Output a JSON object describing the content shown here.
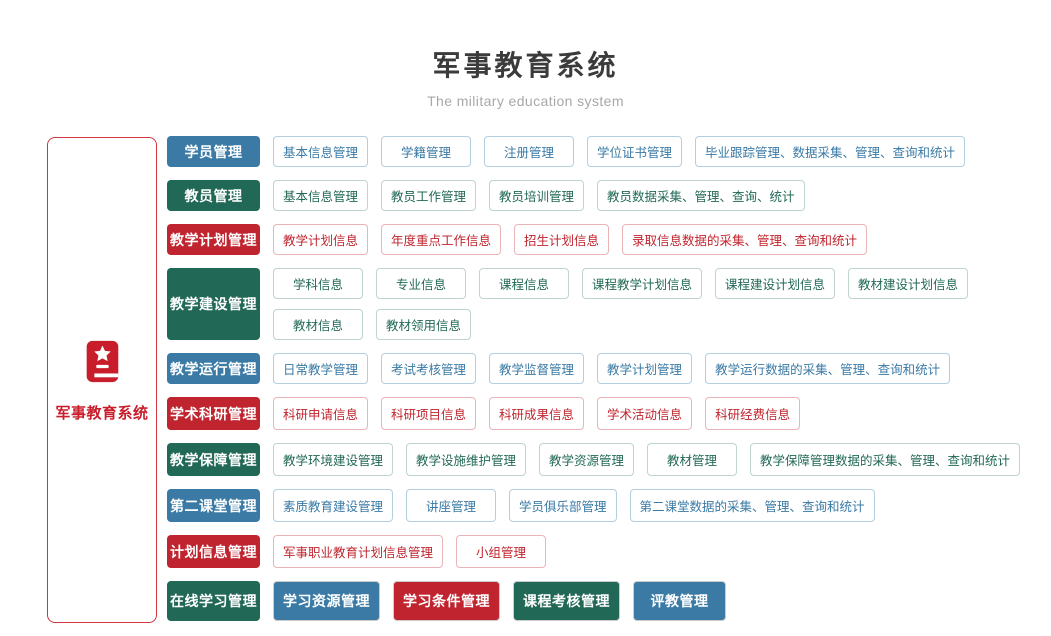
{
  "header": {
    "title": "军事教育系统",
    "subtitle": "The military education system"
  },
  "sidebar": {
    "label": "军事教育系统",
    "icon": "book-star-icon"
  },
  "colors": {
    "blue": "#3a7aa5",
    "green": "#226856",
    "red": "#c0242e",
    "blue_border": "#b3cede",
    "green_border": "#bdd5cd",
    "red_border": "#eab3b7",
    "sidebar_border": "#d3343d",
    "title_text": "#3b3b3b",
    "subtitle_text": "#a8a8a8"
  },
  "rows": [
    {
      "category": {
        "label": "学员管理",
        "color": "blue"
      },
      "lines": [
        [
          {
            "label": "基本信息管理"
          },
          {
            "label": "学籍管理"
          },
          {
            "label": "注册管理"
          },
          {
            "label": "学位证书管理"
          },
          {
            "label": "毕业跟踪管理、数据采集、管理、查询和统计"
          }
        ]
      ]
    },
    {
      "category": {
        "label": "教员管理",
        "color": "green"
      },
      "lines": [
        [
          {
            "label": "基本信息管理"
          },
          {
            "label": "教员工作管理"
          },
          {
            "label": "教员培训管理"
          },
          {
            "label": "教员数据采集、管理、查询、统计"
          }
        ]
      ]
    },
    {
      "category": {
        "label": "教学计划管理",
        "color": "red"
      },
      "lines": [
        [
          {
            "label": "教学计划信息"
          },
          {
            "label": "年度重点工作信息"
          },
          {
            "label": "招生计划信息"
          },
          {
            "label": "录取信息数据的采集、管理、查询和统计"
          }
        ]
      ]
    },
    {
      "category": {
        "label": "教学建设管理",
        "color": "green"
      },
      "lines": [
        [
          {
            "label": "学科信息"
          },
          {
            "label": "专业信息"
          },
          {
            "label": "课程信息"
          },
          {
            "label": "课程教学计划信息"
          },
          {
            "label": "课程建设计划信息"
          },
          {
            "label": "教材建设计划信息"
          }
        ],
        [
          {
            "label": "教材信息"
          },
          {
            "label": "教材领用信息"
          }
        ]
      ]
    },
    {
      "category": {
        "label": "教学运行管理",
        "color": "blue"
      },
      "lines": [
        [
          {
            "label": "日常教学管理"
          },
          {
            "label": "考试考核管理"
          },
          {
            "label": "教学监督管理"
          },
          {
            "label": "教学计划管理"
          },
          {
            "label": "教学运行数据的采集、管理、查询和统计"
          }
        ]
      ]
    },
    {
      "category": {
        "label": "学术科研管理",
        "color": "red"
      },
      "lines": [
        [
          {
            "label": "科研申请信息"
          },
          {
            "label": "科研项目信息"
          },
          {
            "label": "科研成果信息"
          },
          {
            "label": "学术活动信息"
          },
          {
            "label": "科研经费信息"
          }
        ]
      ]
    },
    {
      "category": {
        "label": "教学保障管理",
        "color": "green"
      },
      "lines": [
        [
          {
            "label": "教学环境建设管理"
          },
          {
            "label": "教学设施维护管理"
          },
          {
            "label": "教学资源管理"
          },
          {
            "label": "教材管理"
          },
          {
            "label": "教学保障管理数据的采集、管理、查询和统计"
          }
        ]
      ]
    },
    {
      "category": {
        "label": "第二课堂管理",
        "color": "blue"
      },
      "lines": [
        [
          {
            "label": "素质教育建设管理"
          },
          {
            "label": "讲座管理"
          },
          {
            "label": "学员俱乐部管理"
          },
          {
            "label": "第二课堂数据的采集、管理、查询和统计"
          }
        ]
      ]
    },
    {
      "category": {
        "label": "计划信息管理",
        "color": "red"
      },
      "lines": [
        [
          {
            "label": "军事职业教育计划信息管理"
          },
          {
            "label": "小组管理"
          }
        ]
      ]
    },
    {
      "category": {
        "label": "在线学习管理",
        "color": "green"
      },
      "lines": [
        [
          {
            "label": "学习资源管理",
            "variant": "solid",
            "color": "blue"
          },
          {
            "label": "学习条件管理",
            "variant": "solid",
            "color": "red"
          },
          {
            "label": "课程考核管理",
            "variant": "solid",
            "color": "green"
          },
          {
            "label": "评教管理",
            "variant": "solid",
            "color": "blue"
          }
        ]
      ]
    }
  ]
}
